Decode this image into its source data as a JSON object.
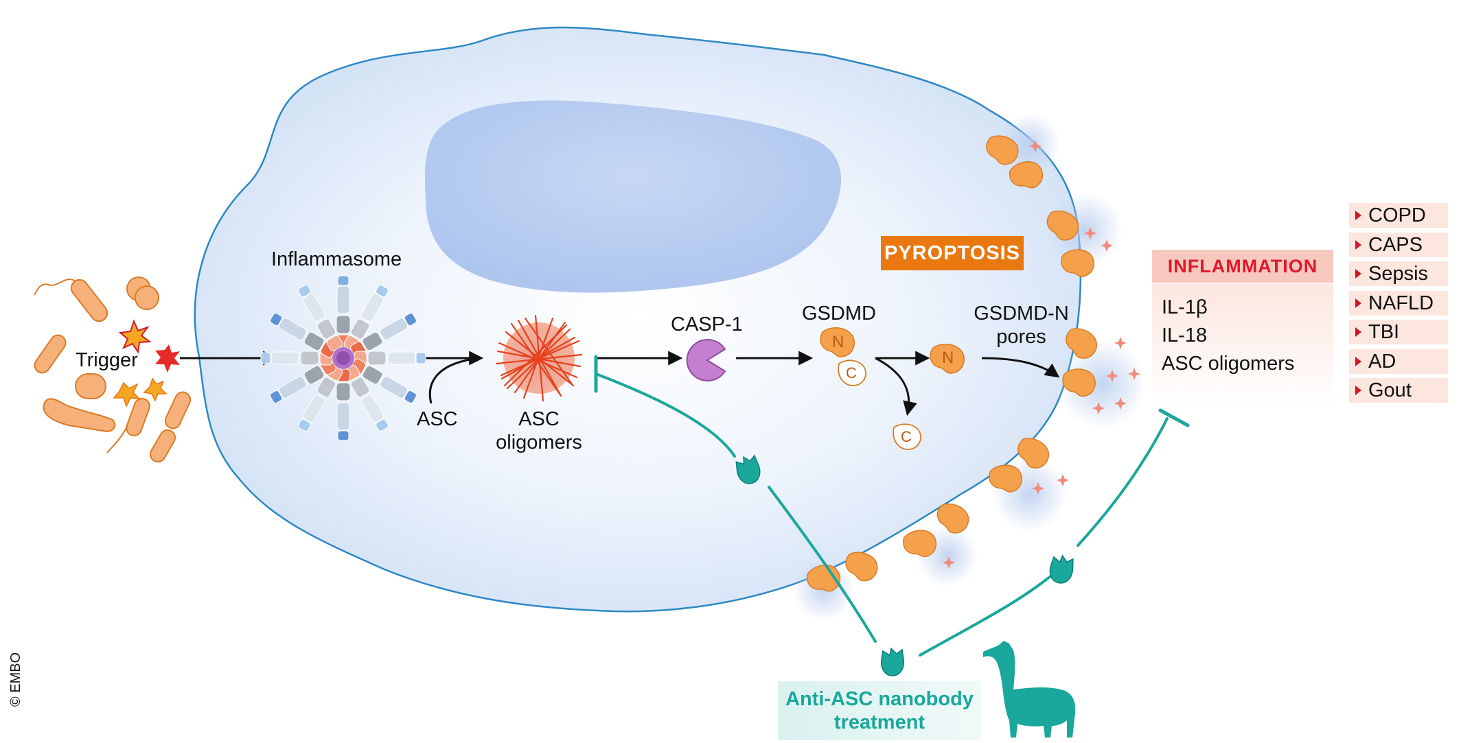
{
  "labels": {
    "trigger": "Trigger",
    "inflammasome": "Inflammasome",
    "asc": "ASC",
    "asc_oligomers_line1": "ASC",
    "asc_oligomers_line2": "oligomers",
    "casp1": "CASP-1",
    "gsdmd": "GSDMD",
    "gsdmd_n_line1": "GSDMD-N",
    "gsdmd_n_line2": "pores",
    "n_glyph": "N",
    "c_glyph": "C",
    "pyroptosis": "PYROPTOSIS",
    "credit": "© EMBO"
  },
  "inflammation": {
    "title": "INFLAMMATION",
    "items": [
      "IL-1β",
      "IL-18",
      "ASC oligomers"
    ]
  },
  "diseases": [
    "COPD",
    "CAPS",
    "Sepsis",
    "NAFLD",
    "TBI",
    "AD",
    "Gout"
  ],
  "treatment": {
    "line1": "Anti-ASC nanobody",
    "line2": "treatment"
  },
  "colors": {
    "cell_fill": "#e4eefa",
    "cell_membrane": "#2d87c4",
    "nucleus": "#b8cef0",
    "gsdmd_orange": "#f5a04a",
    "asc_red": "#e8401c",
    "casp1_purple": "#c57fd0",
    "nanobody_teal": "#1aa79c",
    "pyroptosis_orange": "#e8780f",
    "inflammation_red": "#e0182b"
  }
}
